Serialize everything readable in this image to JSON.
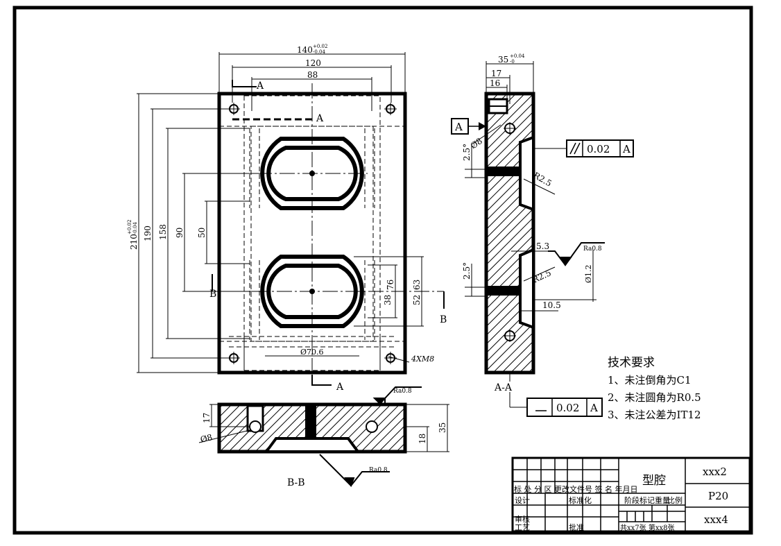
{
  "dims": {
    "width_top": "140",
    "width_top_tol_upper": "+0.02",
    "width_top_tol_lower": "-0.04",
    "d120": "120",
    "d88": "88",
    "height_total": "210",
    "height_tol_upper": "+0.02",
    "height_tol_lower": "-0.04",
    "d190": "190",
    "d158": "158",
    "d90": "90",
    "d50": "50",
    "d38": "38",
    "d76": "76",
    "d52": "52",
    "d63": "63",
    "dia706": "Ø70.6",
    "thread": "4XM8",
    "side_width": "35",
    "side_tol_upper": "+0.04",
    "side_tol_lower": "-0",
    "d17": "17",
    "d16": "16",
    "dia8": "Ø8",
    "angle1": "2.5°",
    "angle2": "2.5°",
    "r25a": "R2.5",
    "r25b": "R2.5",
    "d53": "5.3",
    "dia12": "Ø1.2",
    "d105": "10.5",
    "bb_17": "17",
    "bb_dia8": "Ø8",
    "bb_18": "18",
    "bb_35": "35"
  },
  "labels": {
    "sec_a": "A",
    "sec_b": "B",
    "view_aa": "A-A",
    "view_bb": "B-B",
    "datum": "A"
  },
  "tolerances": {
    "parallel_value": "0.02",
    "parallel_datum": "A",
    "flat_value": "0.02",
    "flat_datum": "A"
  },
  "roughness": {
    "r1": "Ra0.8",
    "r2": "Ra0.8",
    "r3": "Ra0.8"
  },
  "notes": {
    "title": "技术要求",
    "line1": "1、未注倒角为C1",
    "line2": "2、未注圆角为R0.5",
    "line3": "3、未注公差为IT12"
  },
  "title_block": {
    "part_name": "型腔",
    "code_top": "xxx2",
    "material": "P20",
    "code_bottom": "xxx4",
    "row_revision": "标 处 分 区 更改文件号 签 名 年月日",
    "design": "设计",
    "standard": "标准化",
    "stage": "阶段标记",
    "weight": "重量",
    "scale": "比例",
    "check": "审核",
    "craft": "工艺",
    "approve": "批准",
    "sheets": "共xx7张 第xx8张"
  }
}
